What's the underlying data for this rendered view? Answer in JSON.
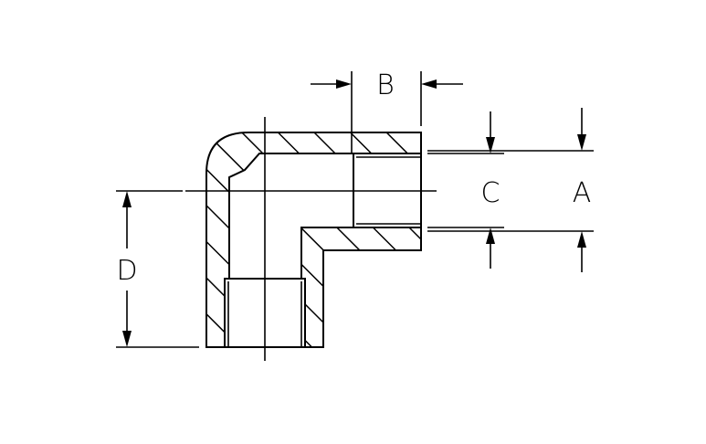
{
  "diagram": {
    "labels": {
      "a": "A",
      "b": "B",
      "c": "C",
      "d": "D"
    },
    "colors": {
      "stroke": "#000000",
      "background": "#ffffff"
    }
  }
}
